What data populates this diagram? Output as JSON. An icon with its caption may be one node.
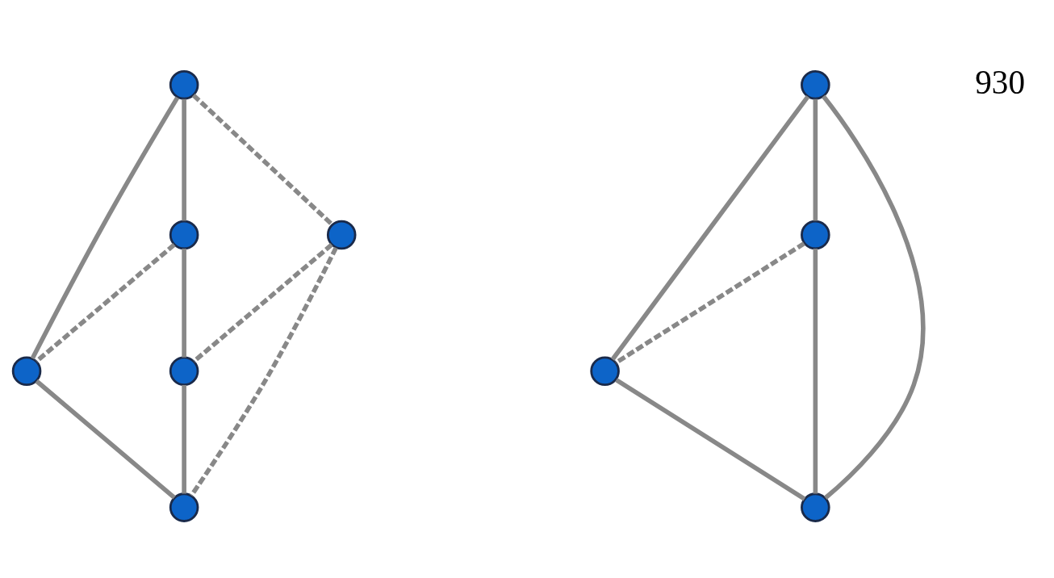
{
  "diagram": {
    "nodes": [
      {
        "text": [],
        "shape": "circle"
      },
      {
        "text": [],
        "shape": "circle"
      },
      {
        "text": [],
        "shape": "circle"
      },
      {
        "text": [],
        "shape": "circle"
      },
      {
        "text": [],
        "shape": "circle"
      },
      {
        "text": [],
        "shape": "circle"
      },
      {
        "text": [],
        "shape": "circle"
      },
      {
        "text": [],
        "shape": "circle"
      },
      {
        "text": [],
        "shape": "circle"
      },
      {
        "text": [],
        "shape": "circle"
      }
    ],
    "edges": [
      {
        "from": 0,
        "to": 1,
        "arrow": "none"
      },
      {
        "from": 0,
        "to": 2,
        "arrow": "none"
      },
      {
        "from": 1,
        "to": 2,
        "arrow": "none",
        "style": "dashed"
      },
      {
        "from": 0,
        "to": 3,
        "arrow": "none",
        "style": "dashed"
      },
      {
        "from": 1,
        "to": 4,
        "arrow": "none"
      },
      {
        "from": 2,
        "to": 5,
        "arrow": "none"
      },
      {
        "from": 3,
        "to": 4,
        "arrow": "none",
        "style": "dashed"
      },
      {
        "from": 3,
        "to": 5,
        "arrow": "none",
        "style": "dashed"
      },
      {
        "from": 4,
        "to": 5,
        "arrow": "none"
      },
      {
        "from": 6,
        "to": 7,
        "arrow": "none"
      },
      {
        "from": 6,
        "to": 8,
        "arrow": "none"
      },
      {
        "from": 6,
        "to": 9,
        "arrow": "none"
      },
      {
        "from": 7,
        "to": 8,
        "arrow": "none",
        "style": "dashed"
      },
      {
        "from": 7,
        "to": 9,
        "arrow": "none"
      },
      {
        "from": 8,
        "to": 9,
        "arrow": "none"
      }
    ],
    "labels": [
      "930"
    ]
  }
}
